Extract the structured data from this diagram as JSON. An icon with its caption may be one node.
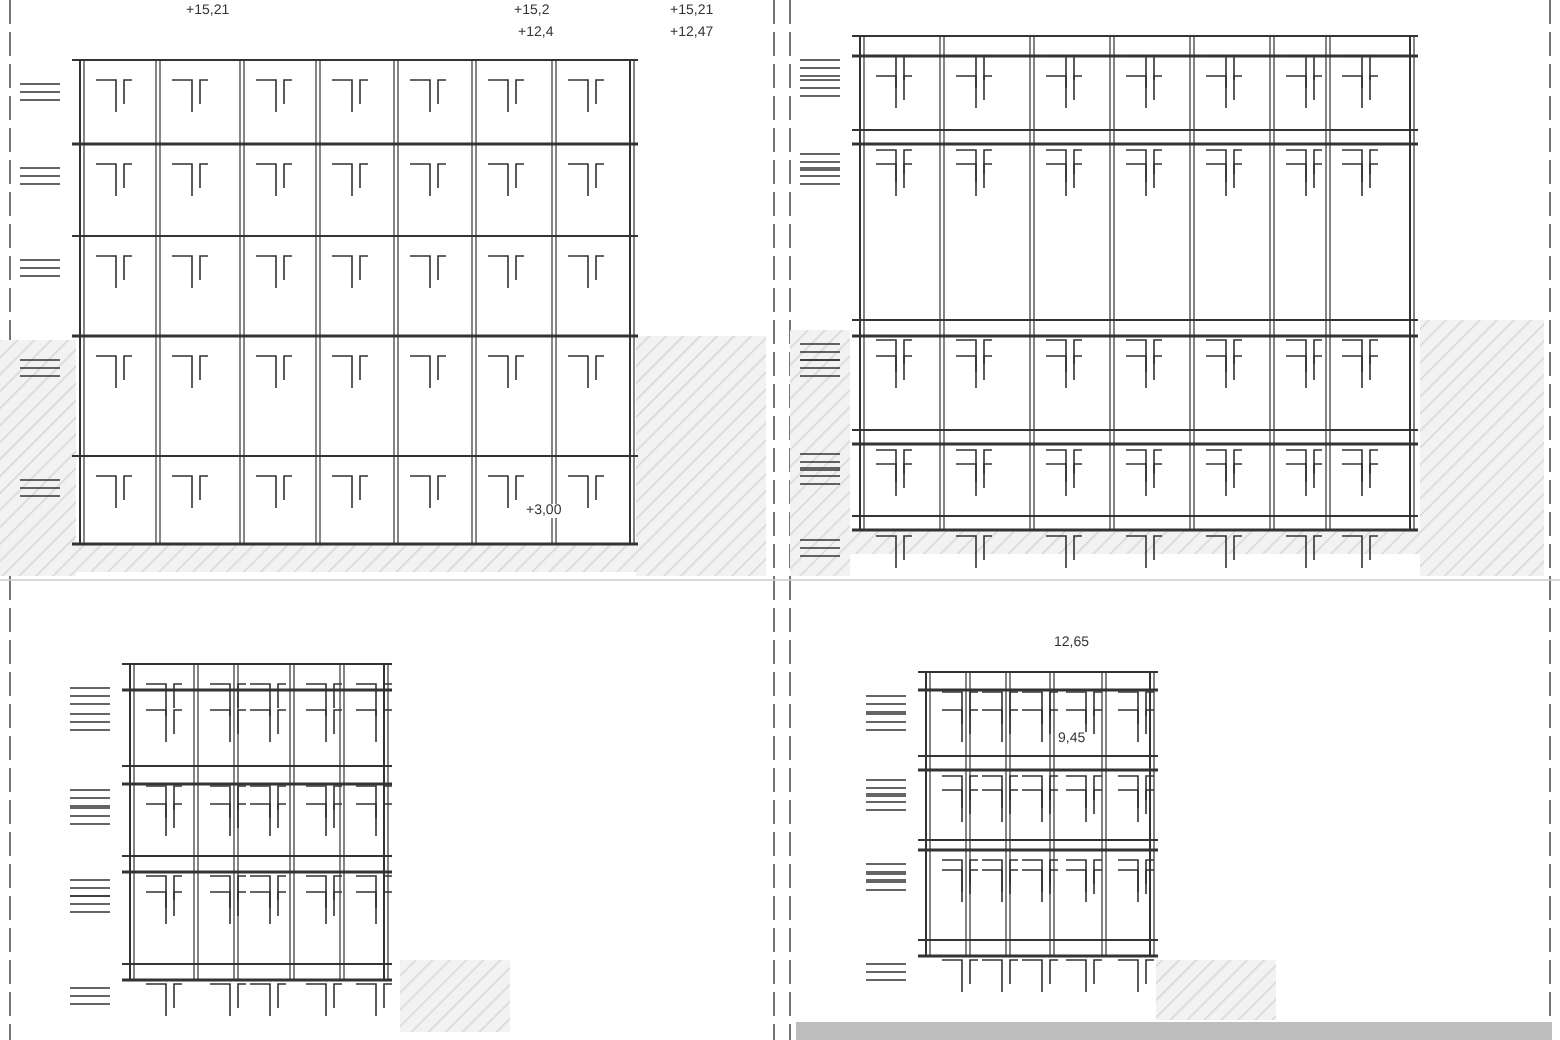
{
  "diagram": {
    "labels": [
      "+15,21",
      "+15,2",
      "+15,21",
      "+12,4",
      "+12,47",
      "+3,00",
      "12,65",
      "9,45"
    ]
  }
}
